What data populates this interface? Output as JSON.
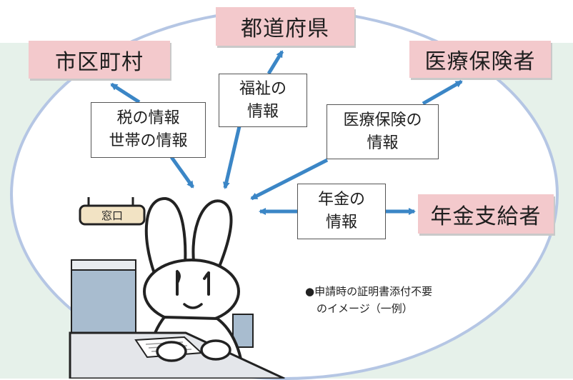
{
  "destinations": {
    "municipality": "市区町村",
    "prefecture": "都道府県",
    "insurer": "医療保険者",
    "pension_payer": "年金支給者"
  },
  "info_boxes": {
    "tax_household": [
      "税の情報",
      "世帯の情報"
    ],
    "welfare": [
      "福祉の",
      "情報"
    ],
    "medical_insurance": [
      "医療保険の",
      "情報"
    ],
    "pension": [
      "年金の",
      "情報"
    ]
  },
  "window_sign": "窓口",
  "note": [
    "●申請時の証明書添付不要",
    "のイメージ（一例）"
  ],
  "colors": {
    "destination_fill": "#f3c9cc",
    "arrow": "#3b86c6",
    "oval_border": "#b5c6e4",
    "background_panel": "#e6f1ea"
  }
}
